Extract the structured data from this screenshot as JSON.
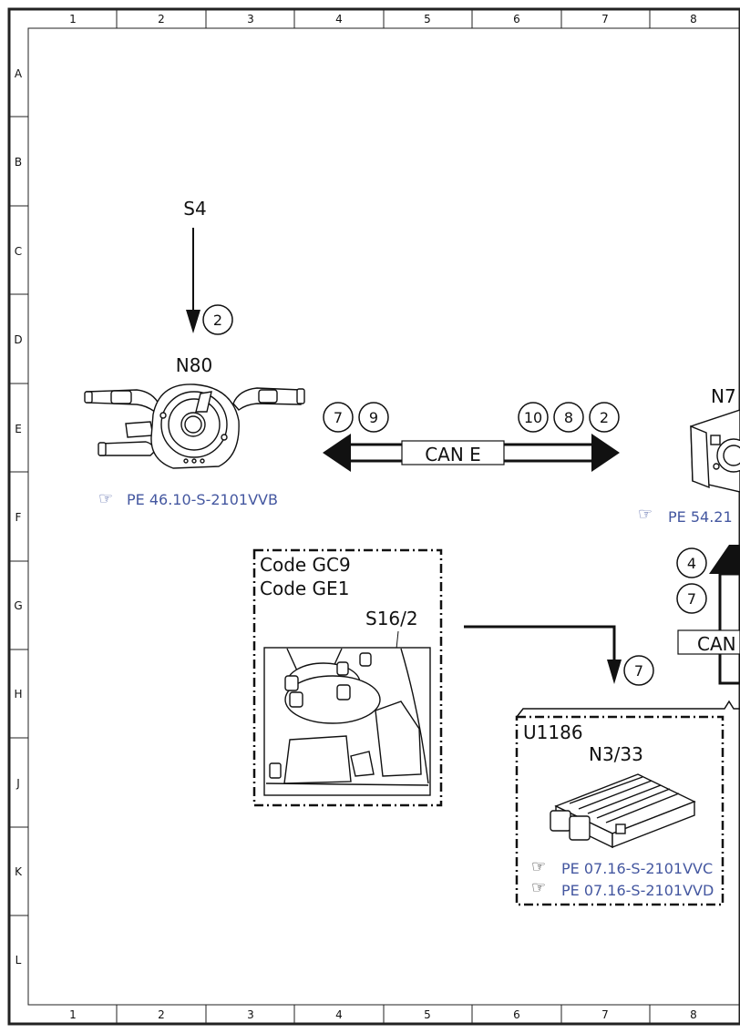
{
  "grid": {
    "columns": [
      "1",
      "2",
      "3",
      "4",
      "5",
      "6",
      "7",
      "8"
    ],
    "rows": [
      "A",
      "B",
      "C",
      "D",
      "E",
      "F",
      "G",
      "H",
      "J",
      "K",
      "L"
    ]
  },
  "components": {
    "s4": "S4",
    "n80": "N80",
    "n7_partial": "N7",
    "s16_2": "S16/2",
    "u1186": "U1186",
    "n3_33": "N3/33"
  },
  "code_box": {
    "line1": "Code GC9",
    "line2": "Code GE1"
  },
  "bus": {
    "can_e": "CAN E",
    "can_partial": "CAN"
  },
  "references": {
    "n80_ref": "PE 46.10-S-2101VVB",
    "n7_ref_partial": "PE 54.21",
    "n3_33_ref1": "PE 07.16-S-2101VVC",
    "n3_33_ref2": "PE 07.16-S-2101VVD"
  },
  "markers": {
    "s4_arrow": "2",
    "can_left_a": "7",
    "can_left_b": "9",
    "can_right_a": "10",
    "can_right_b": "8",
    "can_right_c": "2",
    "right_upper": "4",
    "right_lower": "7",
    "s16_arrow": "7"
  },
  "colors": {
    "line": "#111111",
    "reference_link": "#4457a0"
  }
}
